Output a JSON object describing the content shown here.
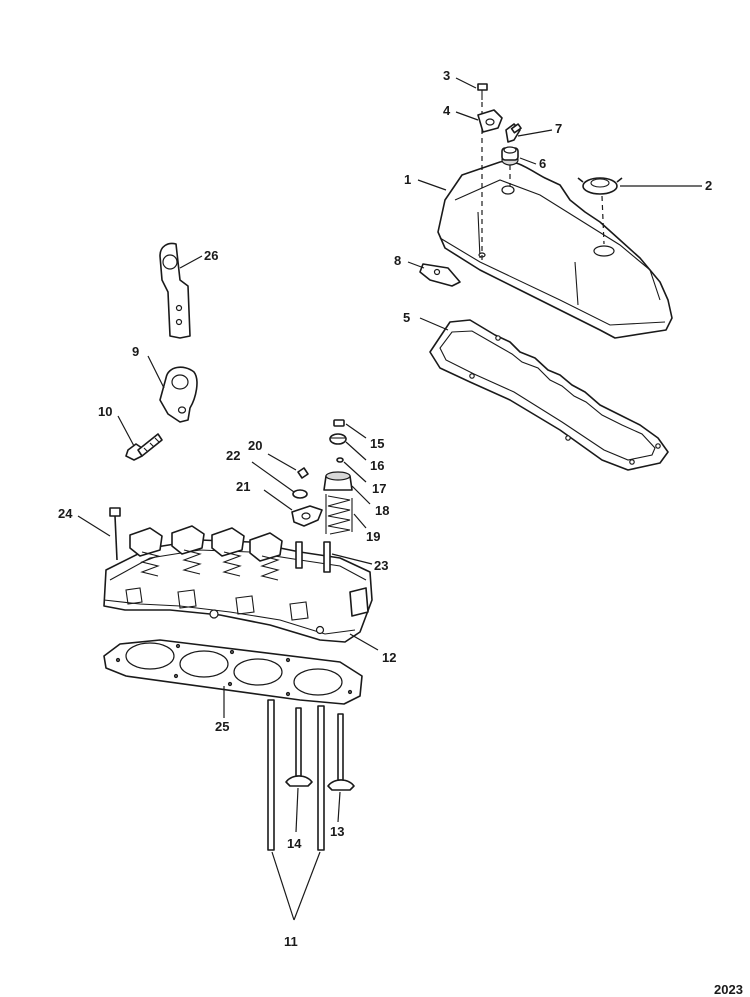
{
  "callouts": {
    "c1": "1",
    "c2": "2",
    "c3": "3",
    "c4": "4",
    "c5": "5",
    "c6": "6",
    "c7": "7",
    "c8": "8",
    "c9": "9",
    "c10": "10",
    "c11": "11",
    "c12": "12",
    "c13": "13",
    "c14": "14",
    "c15": "15",
    "c16": "16",
    "c17": "17",
    "c18": "18",
    "c19": "19",
    "c20": "20",
    "c21": "21",
    "c22": "22",
    "c23": "23",
    "c24": "24",
    "c25": "25",
    "c26": "26"
  },
  "figure_number": "2023"
}
